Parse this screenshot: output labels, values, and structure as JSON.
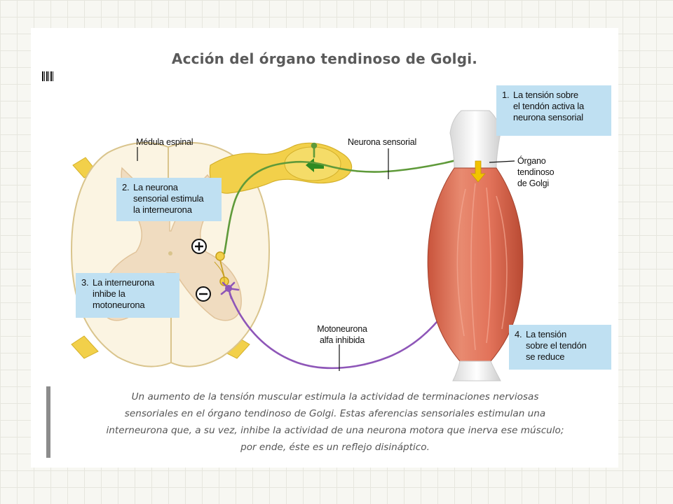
{
  "title": "Acción del órgano tendinoso de Golgi.",
  "labels": {
    "spinal_cord": "Médula espinal",
    "sensory_neuron": "Neurona sensorial",
    "golgi_organ": [
      "Órgano",
      "tendinoso",
      "de Golgi"
    ],
    "alpha_motoneuron": [
      "Motoneurona",
      "alfa inhibida"
    ]
  },
  "symbols": {
    "plus": "+",
    "minus": "−"
  },
  "steps": [
    {
      "num": "1.",
      "lines": [
        "La tensión sobre",
        "el tendón activa la",
        "neurona sensorial"
      ]
    },
    {
      "num": "2.",
      "lines": [
        "La neurona",
        "sensorial estimula",
        "la interneurona"
      ]
    },
    {
      "num": "3.",
      "lines": [
        "La interneurona",
        "inhibe la",
        "motoneurona"
      ]
    },
    {
      "num": "4.",
      "lines": [
        "La tensión",
        "sobre el tendón",
        "se reduce"
      ]
    }
  ],
  "caption": [
    "Un aumento de la tensión muscular estimula la actividad de terminaciones nerviosas",
    "sensoriales en el órgano tendinoso de Golgi. Estas aferencias sensoriales estimulan una",
    "interneurona que, a su vez, inhibe la actividad de una neurona motora que inerva ese músculo;",
    "por ende, éste es un reflejo disináptico."
  ],
  "colors": {
    "sensory": "#5f9a3a",
    "motor": "#8e56b8",
    "label_box": "#bfe0f2",
    "muscle": "#e2735a",
    "gray_matter": "#f0dcc0",
    "white_matter": "#fbf4e2",
    "ganglion": "#f2d04a"
  },
  "icons": [
    "plus-sign-icon",
    "minus-sign-icon",
    "arrow-left-icon",
    "arrow-down-icon"
  ]
}
